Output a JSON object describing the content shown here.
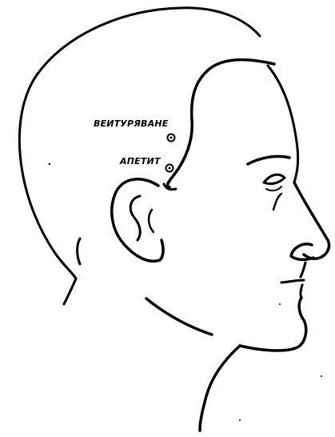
{
  "points": [
    {
      "id": "point-1",
      "label": "ВЕИТУРЯВАНЕ"
    },
    {
      "id": "point-2",
      "label": "АПЕТИТ"
    }
  ],
  "colors": {
    "ink": "#000000",
    "background": "#ffffff"
  },
  "icons": [
    "acupoint-marker-icon"
  ]
}
